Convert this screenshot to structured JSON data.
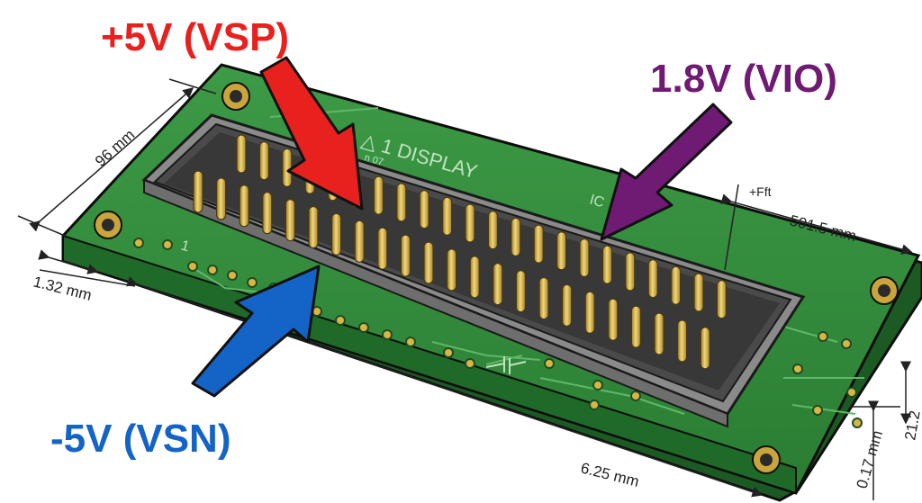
{
  "labels": {
    "vsp": "+5V (VSP)",
    "vio": "1.8V (VIO)",
    "vsn": "-5V (VSN)"
  },
  "silkscreen": {
    "display": "△ 1 DISPLAY",
    "pin_one": "1",
    "ic_ref": "IC",
    "fft": "+Fft",
    "top_mark": "△",
    "top_small": "n 07"
  },
  "dimensions": {
    "width_left": "96 mm",
    "length_top": "501.5 mm",
    "pitch_left": "1.32 mm",
    "length_bottom": "6.25 mm",
    "thickness_right": "0.17 mm",
    "height_right": "21.2"
  },
  "colors": {
    "vsp": "#e8201e",
    "vio": "#6f1a73",
    "vsn": "#1463c6",
    "pcb": "#2f8a3a",
    "pin": "#d8b84e"
  }
}
